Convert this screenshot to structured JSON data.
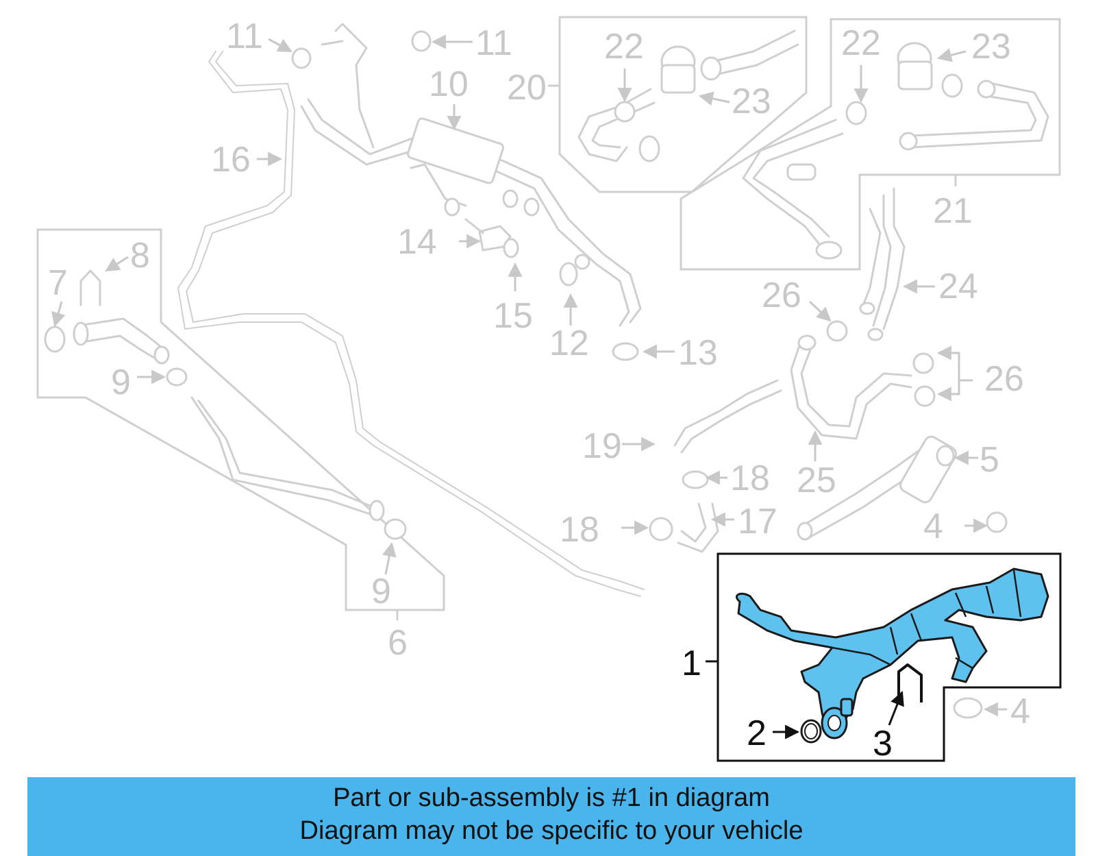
{
  "callouts": [
    "1",
    "2",
    "3",
    "4",
    "4",
    "5",
    "6",
    "7",
    "8",
    "9",
    "9",
    "10",
    "11",
    "11",
    "12",
    "13",
    "14",
    "15",
    "16",
    "17",
    "18",
    "18",
    "19",
    "20",
    "21",
    "22",
    "22",
    "23",
    "23",
    "24",
    "25",
    "26",
    "26"
  ],
  "banner": {
    "line1": "Part or sub-assembly is #1 in diagram",
    "line2": "Diagram may not be specific to your vehicle"
  },
  "colors": {
    "highlight": "#5ec1ee",
    "banner": "#4ab5ec",
    "muted_lines": "#cfcfcf",
    "dark_lines": "#1a1a1a"
  }
}
